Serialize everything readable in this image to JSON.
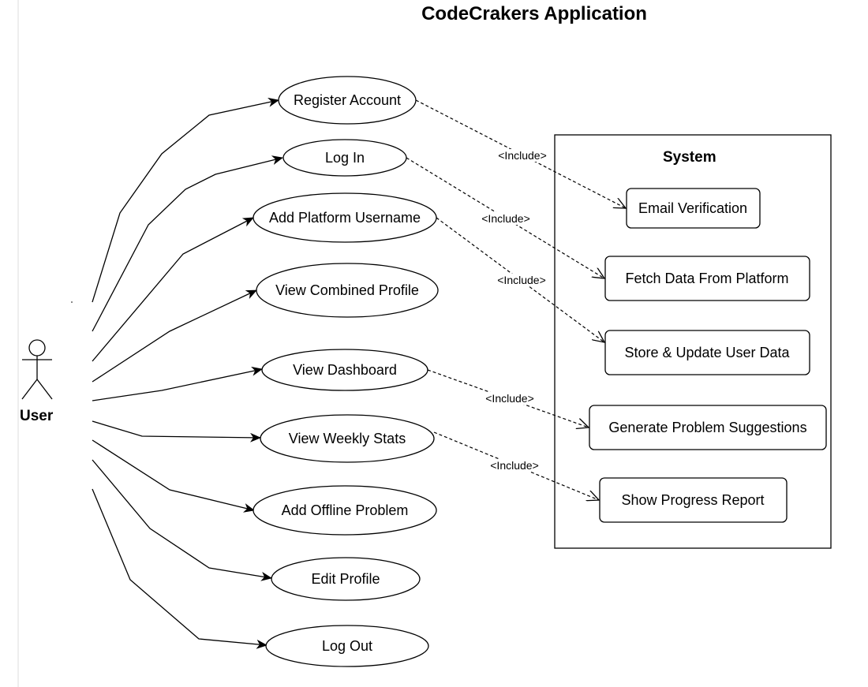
{
  "title": "CodeCrakers Application",
  "actor": {
    "name": "User"
  },
  "system": {
    "name": "System"
  },
  "use_cases": [
    {
      "id": "register",
      "label": "Register Account"
    },
    {
      "id": "login",
      "label": "Log In"
    },
    {
      "id": "add-platform-username",
      "label": "Add Platform Username"
    },
    {
      "id": "view-combined-profile",
      "label": "View Combined Profile"
    },
    {
      "id": "view-dashboard",
      "label": "View Dashboard"
    },
    {
      "id": "view-weekly-stats",
      "label": "View Weekly Stats"
    },
    {
      "id": "add-offline-problem",
      "label": "Add Offline Problem"
    },
    {
      "id": "edit-profile",
      "label": "Edit Profile"
    },
    {
      "id": "log-out",
      "label": "Log Out"
    }
  ],
  "system_functions": [
    {
      "id": "email-verification",
      "label": "Email Verification"
    },
    {
      "id": "fetch-data",
      "label": "Fetch Data From Platform"
    },
    {
      "id": "store-update",
      "label": "Store & Update User Data"
    },
    {
      "id": "generate-suggestions",
      "label": "Generate Problem Suggestions"
    },
    {
      "id": "progress-report",
      "label": "Show Progress Report"
    }
  ],
  "include_relations": [
    {
      "from": "register",
      "to": "email-verification",
      "label": "<Include>"
    },
    {
      "from": "login",
      "to": "fetch-data",
      "label": "<Include>"
    },
    {
      "from": "add-platform-username",
      "to": "store-update",
      "label": "<Include>"
    },
    {
      "from": "view-dashboard",
      "to": "generate-suggestions",
      "label": "<Include>"
    },
    {
      "from": "view-weekly-stats",
      "to": "progress-report",
      "label": "<Include>"
    }
  ]
}
